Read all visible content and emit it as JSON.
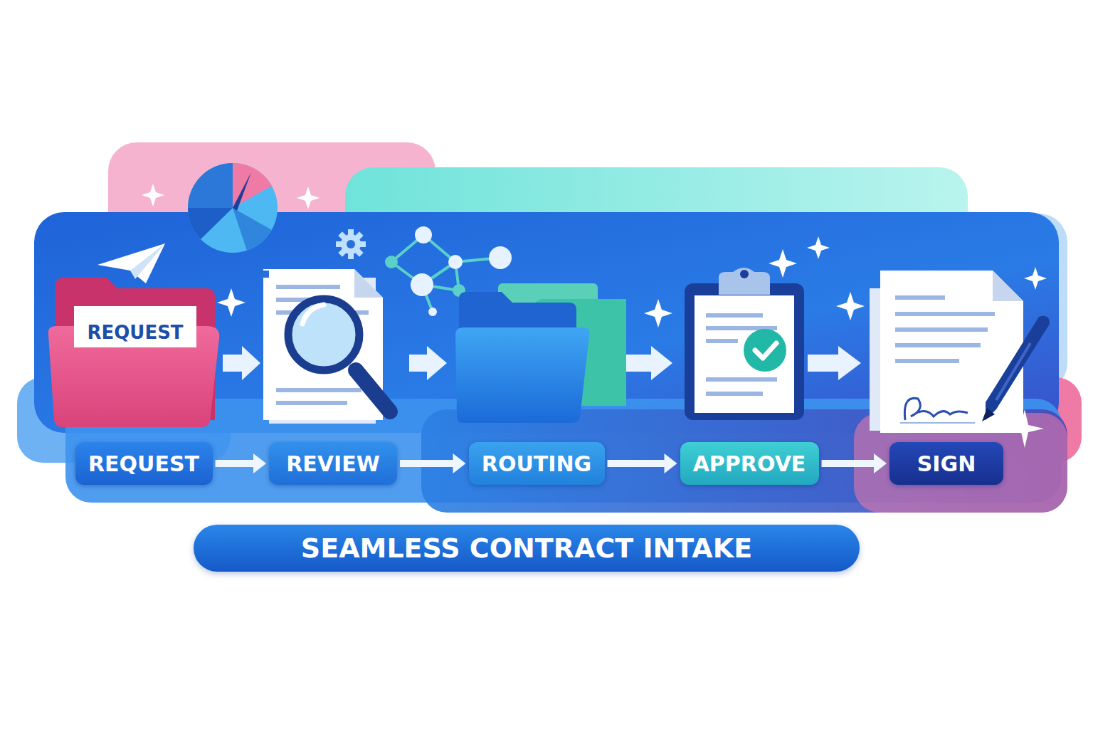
{
  "diagram": {
    "title": "SEAMLESS CONTRACT INTAKE",
    "nodes": [
      {
        "text": [
          "REQUEST"
        ]
      },
      {
        "text": [
          "REVIEW"
        ]
      },
      {
        "text": [
          "ROUTING"
        ]
      },
      {
        "text": [
          "APPROVE"
        ]
      },
      {
        "text": [
          "SIGN"
        ]
      }
    ],
    "edges": [
      {
        "from": 0,
        "to": 1,
        "arrow": "to"
      },
      {
        "from": 1,
        "to": 2,
        "arrow": "to"
      },
      {
        "from": 2,
        "to": 3,
        "arrow": "to"
      },
      {
        "from": 3,
        "to": 4,
        "arrow": "to"
      }
    ],
    "labels": [
      "REQUEST"
    ]
  }
}
